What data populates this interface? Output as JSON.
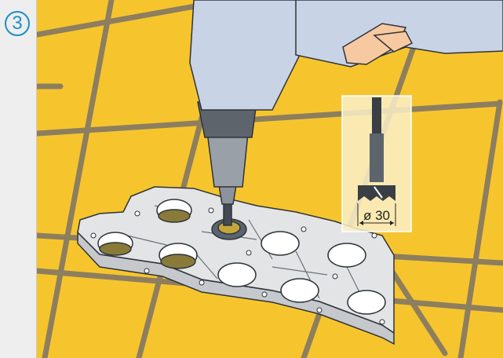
{
  "step": {
    "number": "3"
  },
  "drill_bit": {
    "diameter_label": "ø 30"
  },
  "colors": {
    "floor": "#f6c52e",
    "grout": "#8d7e5e",
    "tile": "#e2e4e6",
    "tile_side": "#c5c8cc",
    "drill": "#9aa0a8",
    "sleeve": "#c9d3e6",
    "skin": "#f7c9a0",
    "callout": "#faf0c8",
    "accent": "#1a8fc9"
  },
  "icons": [
    "step-number-badge",
    "drill-icon",
    "hand-icon",
    "hole-saw-bit-icon"
  ]
}
